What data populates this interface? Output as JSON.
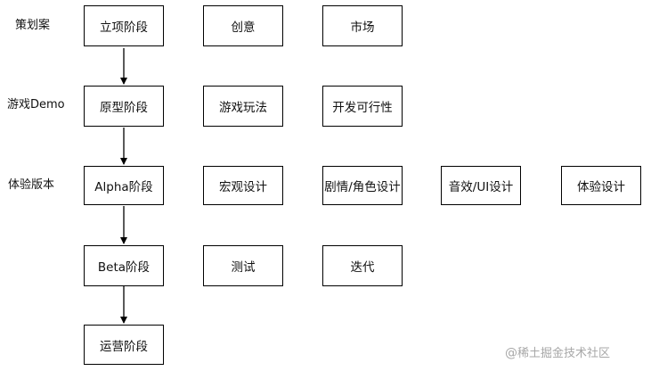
{
  "rows": [
    {
      "label": "策划案",
      "boxes": [
        "立项阶段",
        "创意",
        "市场"
      ]
    },
    {
      "label": "游戏Demo",
      "boxes": [
        "原型阶段",
        "游戏玩法",
        "开发可行性"
      ]
    },
    {
      "label": "体验版本",
      "boxes": [
        "Alpha阶段",
        "宏观设计",
        "剧情/角色设计",
        "音效/UI设计",
        "体验设计"
      ]
    },
    {
      "label": "",
      "boxes": [
        "Beta阶段",
        "测试",
        "迭代"
      ]
    },
    {
      "label": "",
      "boxes": [
        "运营阶段"
      ]
    }
  ],
  "watermark": {
    "symbol": "@",
    "text": "稀土掘金技术社区"
  },
  "colors": {
    "stroke": "#000000",
    "text": "#111111",
    "watermark": "#a7a7a7",
    "background": "#ffffff"
  }
}
